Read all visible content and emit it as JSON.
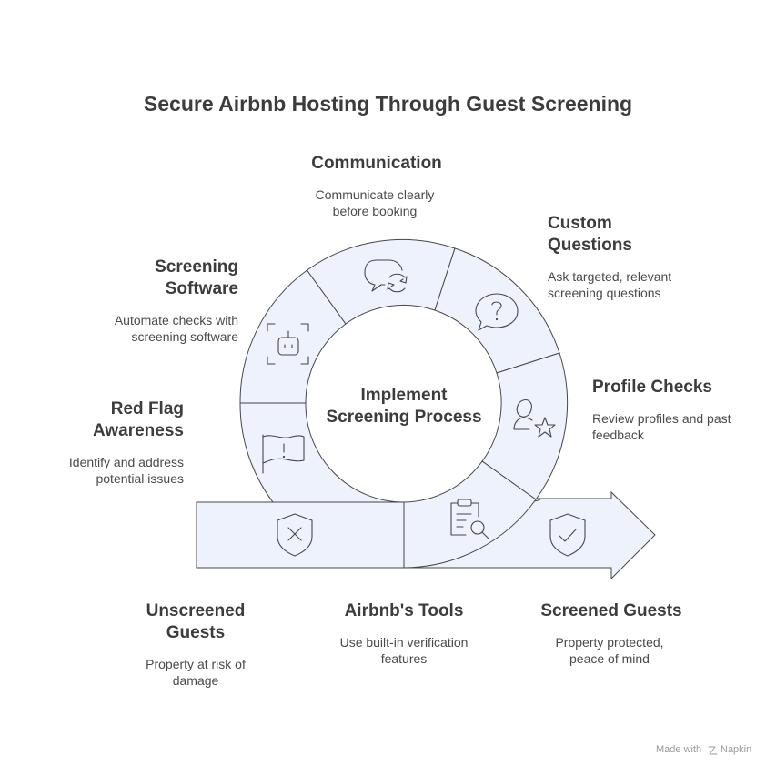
{
  "title": "Secure Airbnb Hosting Through Guest Screening",
  "center": "Implement\nScreening Process",
  "steps": [
    {
      "title": "Red Flag\nAwareness",
      "desc": "Identify and address\npotential issues",
      "icon": "flag-icon"
    },
    {
      "title": "Screening\nSoftware",
      "desc": "Automate checks with\nscreening software",
      "icon": "robot-icon"
    },
    {
      "title": "Communication",
      "desc": "Communicate clearly\nbefore booking",
      "icon": "chat-sync-icon"
    },
    {
      "title": "Custom\nQuestions",
      "desc": "Ask targeted, relevant\nscreening questions",
      "icon": "question-bubble-icon"
    },
    {
      "title": "Profile Checks",
      "desc": "Review profiles and past\nfeedback",
      "icon": "user-star-icon"
    },
    {
      "title": "Airbnb's Tools",
      "desc": "Use built-in verification\nfeatures",
      "icon": "clipboard-search-icon"
    }
  ],
  "outcomes": {
    "start": {
      "title": "Unscreened\nGuests",
      "desc": "Property at risk of\ndamage",
      "icon": "shield-x-icon"
    },
    "end": {
      "title": "Screened Guests",
      "desc": "Property protected,\npeace of mind",
      "icon": "shield-check-icon"
    }
  },
  "footer": {
    "made_with": "Made with",
    "brand": "Napkin"
  }
}
